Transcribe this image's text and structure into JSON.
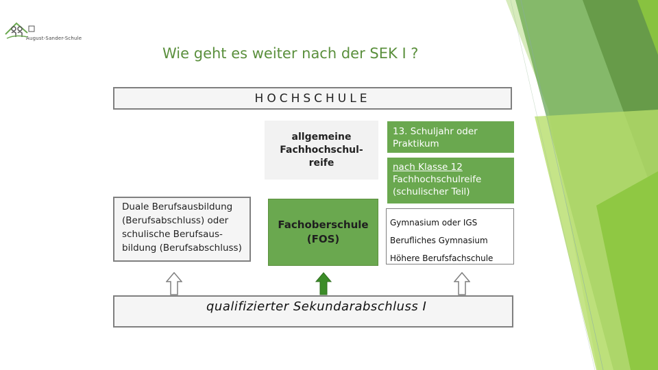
{
  "logo": {
    "text": "August-Sander-Schule"
  },
  "title": "Wie geht es weiter nach der SEK I ?",
  "hochschule": "HOCHSCHULE",
  "allgemeine": "allgemeine\nFachhochschul-\nreife",
  "duale": "Duale Berufsausbildung\n(Berufsabschluss) oder\nschulische Berufsaus-\nbildung (Berufsabschluss)",
  "fos": "Fachoberschule\n(FOS)",
  "schuljahr13": "13. Schuljahr oder Praktikum",
  "klasse12": {
    "line1": "nach Klasse 12",
    "line2": "Fachhochschulreife",
    "line3": "(schulischer Teil)"
  },
  "schulformen": [
    "Gymnasium oder IGS",
    "Berufliches  Gymnasium",
    "Höhere Berufsfachschule"
  ],
  "qualifizierter": "qualifizierter Sekundarabschluss I",
  "colors": {
    "accent_green": "#6aa84f",
    "title_green": "#5a8f3c",
    "box_border": "#7f7f7f"
  }
}
